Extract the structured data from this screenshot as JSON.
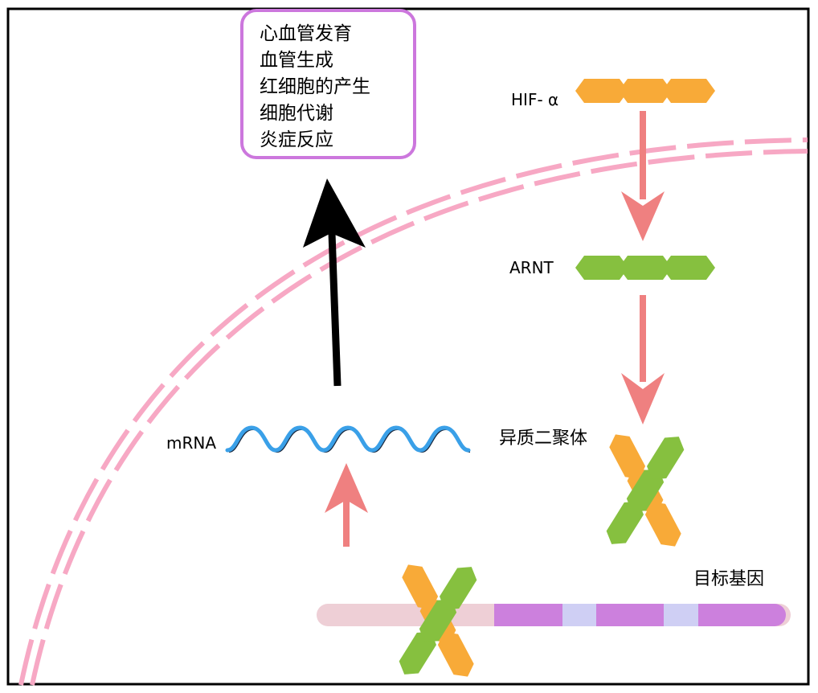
{
  "outcomes": {
    "items": [
      "心血管发育",
      "血管生成",
      "红细胞的产生",
      "细胞代谢",
      "炎症反应"
    ],
    "border_color": "#cc77dd"
  },
  "labels": {
    "hif": "HIF- α",
    "arnt": "ARNT",
    "heterodimer": "异质二聚体",
    "mrna": "mRNA",
    "target_gene": "目标基因"
  },
  "colors": {
    "frame": "#000000",
    "membrane": "#f7a8c4",
    "hif_protein": "#f8aa38",
    "arnt_protein": "#86c03f",
    "pathway_arrow": "#ef8080",
    "output_arrow": "#000000",
    "mrna_strand": "#3aa0e8",
    "gene_light": "#eecfd6",
    "gene_exon": "#cc80dd",
    "gene_intron": "#cfcff4"
  }
}
